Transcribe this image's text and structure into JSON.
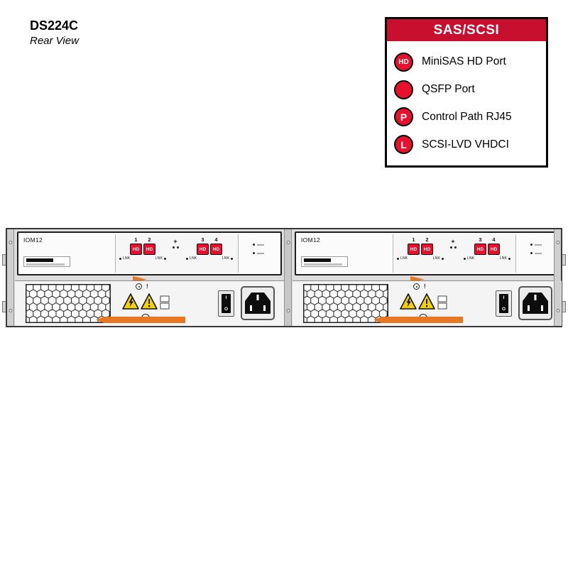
{
  "title": "DS224C",
  "subtitle": "Rear View",
  "legend": {
    "header": "SAS/SCSI",
    "items": [
      {
        "icon": "minisas-hd-port-icon",
        "icon_text": "HD",
        "label": "MiniSAS HD Port"
      },
      {
        "icon": "qsfp-port-icon",
        "icon_text": "",
        "label": "QSFP Port"
      },
      {
        "icon": "control-path-rj45-icon",
        "icon_text": "P",
        "label": "Control Path RJ45"
      },
      {
        "icon": "scsi-lvd-vhdci-icon",
        "icon_text": "L",
        "label": "SCSI-LVD VHDCI"
      }
    ]
  },
  "labels": {
    "hd": "HD",
    "lnk": "LNK",
    "switch_on": "I",
    "switch_off": "O"
  },
  "chassis": {
    "port_numbers": [
      "1",
      "2",
      "3",
      "4"
    ],
    "modules": [
      {
        "label": "IOM12"
      },
      {
        "label": "IOM12"
      }
    ]
  },
  "colors": {
    "legend-red": "#c8102e",
    "port-red": "#e8112d",
    "handle-orange": "#e87722",
    "warning-yellow": "#f2d00c"
  }
}
